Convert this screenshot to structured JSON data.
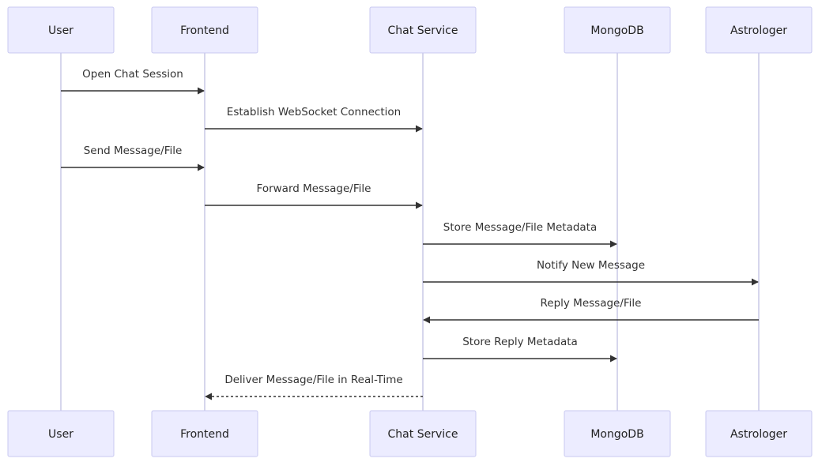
{
  "diagram": {
    "type": "sequence",
    "participants": [
      {
        "id": "user",
        "label": "User"
      },
      {
        "id": "frontend",
        "label": "Frontend"
      },
      {
        "id": "chat",
        "label": "Chat Service"
      },
      {
        "id": "mongo",
        "label": "MongoDB"
      },
      {
        "id": "astro",
        "label": "Astrologer"
      }
    ],
    "messages": [
      {
        "from": "user",
        "to": "frontend",
        "label": "Open Chat Session",
        "style": "solid"
      },
      {
        "from": "frontend",
        "to": "chat",
        "label": "Establish WebSocket Connection",
        "style": "solid"
      },
      {
        "from": "user",
        "to": "frontend",
        "label": "Send Message/File",
        "style": "solid"
      },
      {
        "from": "frontend",
        "to": "chat",
        "label": "Forward Message/File",
        "style": "solid"
      },
      {
        "from": "chat",
        "to": "mongo",
        "label": "Store Message/File Metadata",
        "style": "solid"
      },
      {
        "from": "chat",
        "to": "astro",
        "label": "Notify New Message",
        "style": "solid"
      },
      {
        "from": "astro",
        "to": "chat",
        "label": "Reply Message/File",
        "style": "solid"
      },
      {
        "from": "chat",
        "to": "mongo",
        "label": "Store Reply Metadata",
        "style": "solid"
      },
      {
        "from": "chat",
        "to": "frontend",
        "label": "Deliver Message/File in Real-Time",
        "style": "dashed"
      }
    ],
    "colors": {
      "actor_fill": "#ececff",
      "actor_border": "#c9c9f0",
      "lifeline": "#c9c9e6",
      "message_line": "#333333",
      "text": "#222222"
    }
  }
}
